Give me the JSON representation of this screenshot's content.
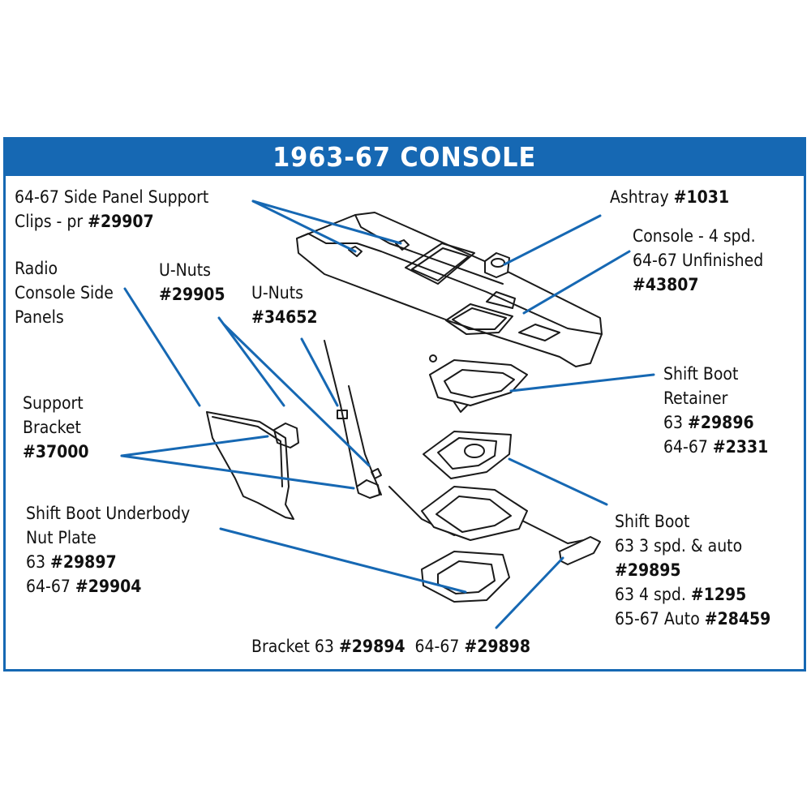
{
  "title": "1963-67 CONSOLE",
  "colors": {
    "accent": "#1668b3",
    "line": "#1668b3",
    "drawing": "#1a1a1a"
  },
  "labels": {
    "side_panel_clips": {
      "line1": "64-67 Side Panel Support",
      "line2_text": "Clips - pr ",
      "line2_part": "#29907"
    },
    "ashtray": {
      "text": "Ashtray ",
      "part": "#1031"
    },
    "console": {
      "line1": "Console - 4 spd.",
      "line2": "64-67 Unfinished",
      "part": "#43807"
    },
    "radio_panels": {
      "line1": "Radio",
      "line2": "Console Side",
      "line3": "Panels"
    },
    "unuts_a": {
      "line1": "U-Nuts",
      "part": "#29905"
    },
    "unuts_b": {
      "line1": "U-Nuts",
      "part": "#34652"
    },
    "support_bracket": {
      "line1": "Support",
      "line2": "Bracket",
      "part": "#37000"
    },
    "boot_retainer": {
      "line1": "Shift Boot",
      "line2": "Retainer",
      "line3_text": "63 ",
      "line3_part": "#29896",
      "line4_text": "64-67 ",
      "line4_part": "#2331"
    },
    "shift_boot": {
      "line1": "Shift Boot",
      "line2": "63 3 spd. & auto",
      "line3_part": "#29895",
      "line4_text": "63 4 spd. ",
      "line4_part": "#1295",
      "line5_text": "65-67 Auto ",
      "line5_part": "#28459"
    },
    "nut_plate": {
      "line1": "Shift Boot Underbody",
      "line2": "Nut Plate",
      "line3_text": "63 ",
      "line3_part": "#29897",
      "line4_text": "64-67 ",
      "line4_part": "#29904"
    },
    "bracket": {
      "text": "Bracket 63 ",
      "part": "#29894",
      "text2": "  64-67 ",
      "part2": "#29898"
    }
  }
}
